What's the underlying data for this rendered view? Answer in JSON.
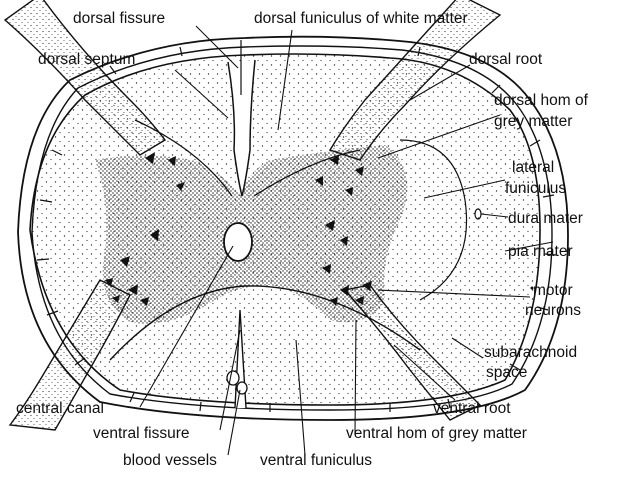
{
  "diagram": {
    "labels": {
      "dorsal_fissure": "dorsal fissure",
      "dorsal_funiculus": "dorsal funiculus of white matter",
      "dorsal_septum": "dorsal septum",
      "dorsal_root": "dorsal root",
      "dorsal_horn_1": "dorsal hom of",
      "dorsal_horn_2": "grey matter",
      "lateral_funiculus_1": "lateral",
      "lateral_funiculus_2": "funiculus",
      "dura_mater": "dura mater",
      "pia_mater": "pia mater",
      "motor_neurons_1": "motor",
      "motor_neurons_2": "neurons",
      "subarachnoid_1": "subarachnoid",
      "subarachnoid_2": "space",
      "central_canal": "central canal",
      "ventral_root": "ventral root",
      "ventral_fissure": "ventral fissure",
      "ventral_horn": "ventral hom of grey matter",
      "blood_vessels": "blood vessels",
      "ventral_funiculus": "ventral funiculus"
    }
  }
}
